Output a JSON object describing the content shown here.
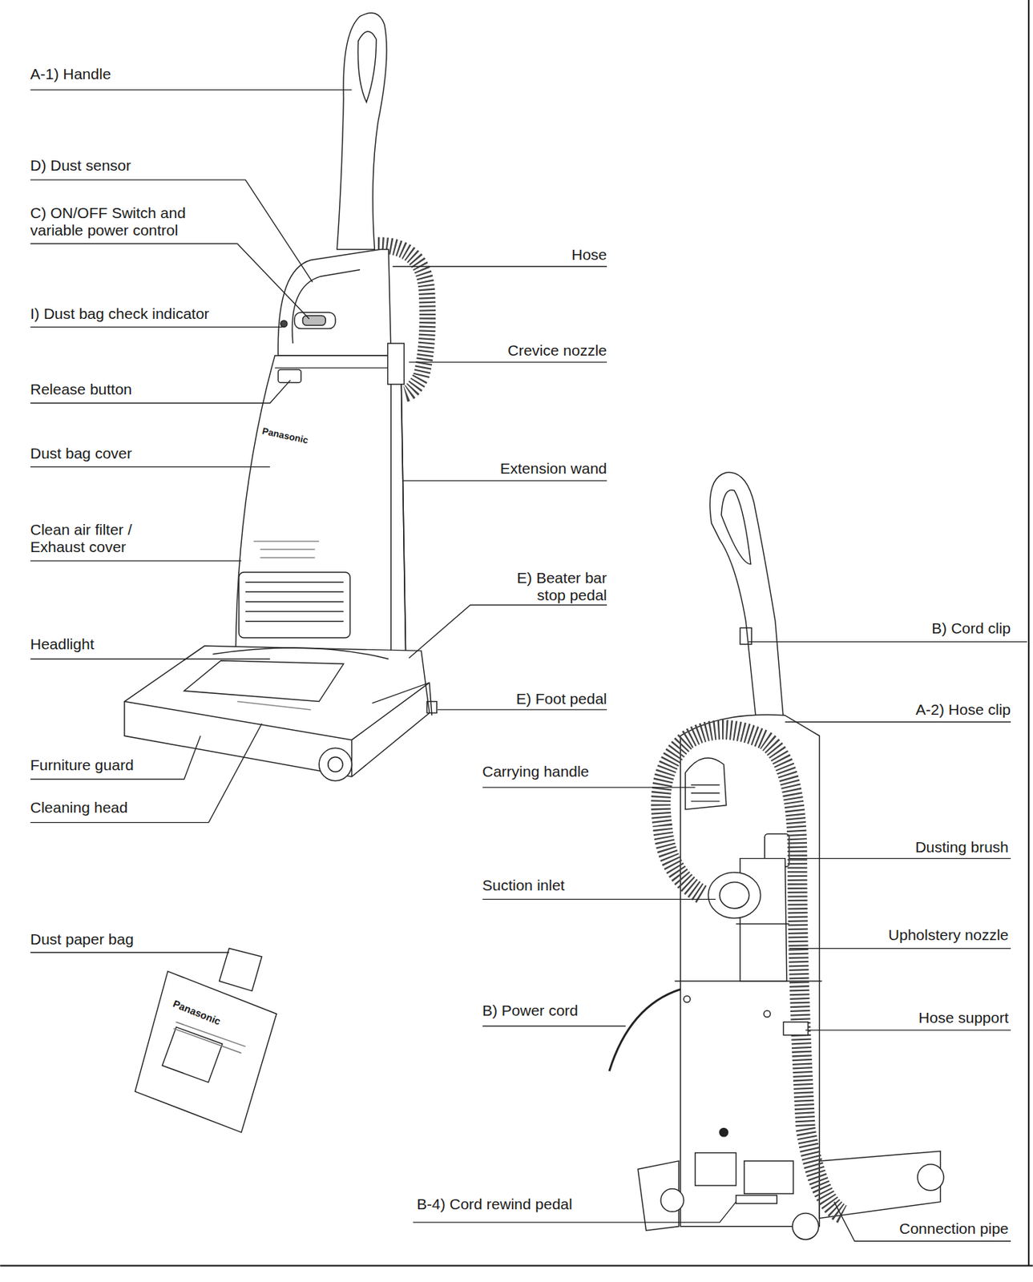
{
  "diagram": {
    "labels": [
      "A-1) Handle",
      "D) Dust sensor",
      "C) ON/OFF Switch and variable power control",
      "I) Dust bag check indicator",
      "Release button",
      "Dust bag cover",
      "Clean air filter / Exhaust cover",
      "Headlight",
      "Furniture guard",
      "Cleaning head",
      "Dust paper bag",
      "Hose",
      "Crevice nozzle",
      "Extension wand",
      "E) Beater bar stop pedal",
      "E) Foot pedal",
      "Panasonic",
      "Panasonic",
      "B) Cord clip",
      "A-2) Hose clip",
      "Carrying handle",
      "Dusting brush",
      "Suction inlet",
      "Upholstery nozzle",
      "B) Power cord",
      "Hose support",
      "B-4) Cord rewind pedal",
      "Connection pipe"
    ]
  }
}
